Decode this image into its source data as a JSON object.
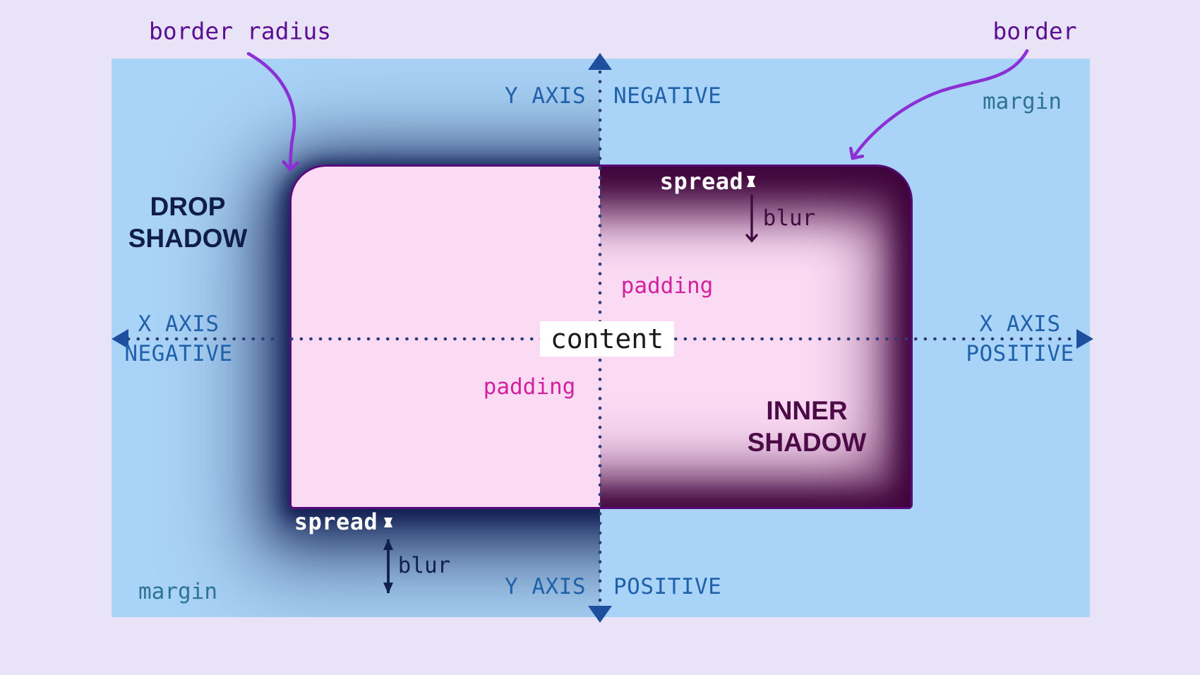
{
  "diagram_title": "box-shadow anatomy diagram",
  "labels": {
    "border_radius": "border radius",
    "border": "border",
    "margin_top": "margin",
    "margin_bottom": "margin",
    "drop_shadow_line1": "DROP",
    "drop_shadow_line2": "SHADOW",
    "inner_shadow_line1": "INNER",
    "inner_shadow_line2": "SHADOW",
    "y_axis_top_left": "Y AXIS",
    "y_axis_top_right": "NEGATIVE",
    "y_axis_bottom_left": "Y AXIS",
    "y_axis_bottom_right": "POSITIVE",
    "x_axis_left_line1": "X AXIS",
    "x_axis_left_line2": "NEGATIVE",
    "x_axis_right_line1": "X AXIS",
    "x_axis_right_line2": "POSITIVE",
    "padding_upper": "padding",
    "padding_lower": "padding",
    "content": "content",
    "spread_top": "spread",
    "spread_bottom": "spread",
    "blur_top": "blur",
    "blur_bottom": "blur"
  },
  "colors": {
    "canvas_background": "#e9e3f8",
    "margin_area": "#aad4f7",
    "box_fill": "#fbdaf4",
    "box_border": "#570a7a",
    "drop_shadow": "#131f52",
    "inner_shadow": "#42043e",
    "axis_text": "#2061ab",
    "margin_text": "#2e7294",
    "padding_text": "#d2219e",
    "drop_shadow_text": "#101d49",
    "inner_shadow_text": "#4c0b47",
    "purple_label_text": "#5b0e92",
    "curved_arrow": "#8a30d4",
    "dotted_line": "#2e3d78",
    "axis_arrowhead": "#1d4f9e",
    "content_text": "#1a1a1a",
    "spread_text": "#ffffff",
    "blur_top_arrow": "#430c40",
    "blur_bottom_arrow": "#12204e"
  }
}
